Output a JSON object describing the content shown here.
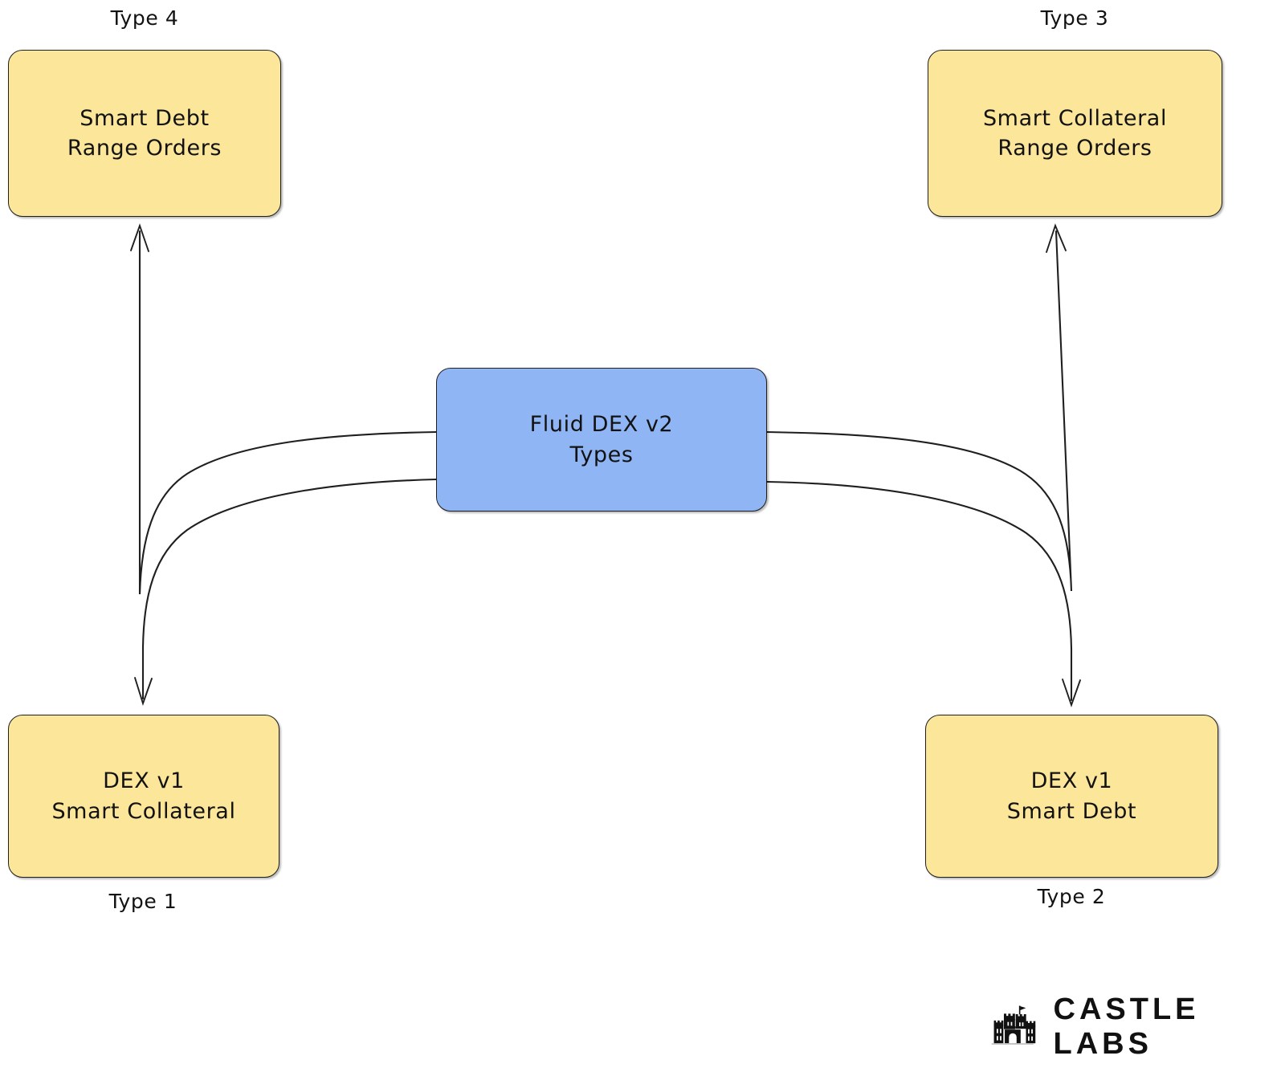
{
  "diagram": {
    "title": "Fluid DEX v2 Types",
    "center": {
      "label": "Fluid DEX v2\nTypes",
      "color": "#8fb5f5"
    },
    "node_color": "#fbe69a",
    "edge_color": "#1f1f1f",
    "nodes": [
      {
        "id": "type4",
        "caption": "Type 4",
        "label": "Smart Debt\nRange Orders",
        "color": "#fbe69a",
        "position": "top-left"
      },
      {
        "id": "type3",
        "caption": "Type 3",
        "label": "Smart Collateral\nRange Orders",
        "color": "#fbe69a",
        "position": "top-right"
      },
      {
        "id": "type1",
        "caption": "Type 1",
        "label": "DEX v1\nSmart Collateral",
        "color": "#fbe69a",
        "position": "bottom-left"
      },
      {
        "id": "type2",
        "caption": "Type 2",
        "label": "DEX v1\nSmart Debt",
        "color": "#fbe69a",
        "position": "bottom-right"
      }
    ],
    "edges": [
      {
        "from": "center",
        "to": "type4",
        "arrowhead": "end"
      },
      {
        "from": "center",
        "to": "type3",
        "arrowhead": "end"
      },
      {
        "from": "center",
        "to": "type1",
        "arrowhead": "end"
      },
      {
        "from": "center",
        "to": "type2",
        "arrowhead": "end"
      }
    ]
  },
  "brand": {
    "wordmark": "CASTLE LABS",
    "icon": "castle-icon"
  }
}
